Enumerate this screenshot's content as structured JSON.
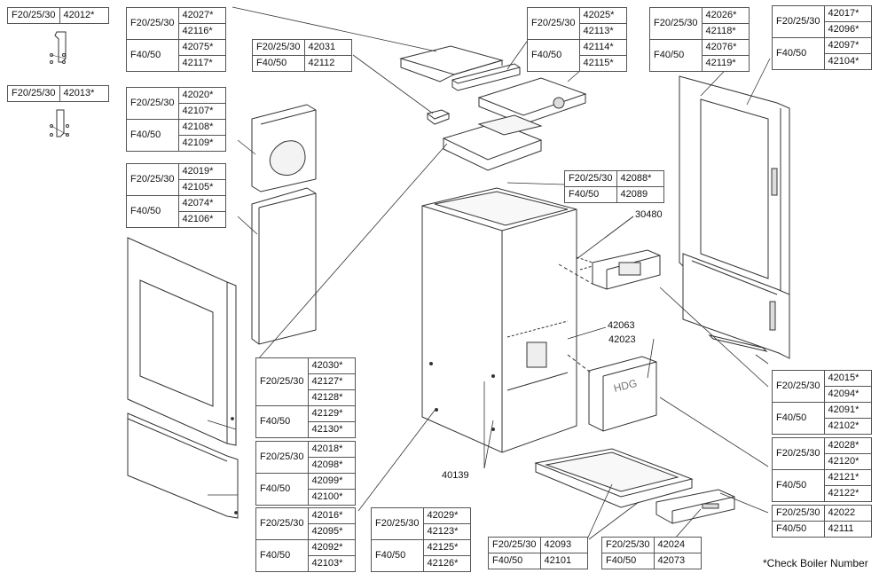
{
  "footnote": "*Check Boiler Number",
  "callouts": [
    {
      "id": "c30480",
      "label": "30480"
    },
    {
      "id": "c42063",
      "label": "42063"
    },
    {
      "id": "c42023",
      "label": "42023"
    },
    {
      "id": "c40139",
      "label": "40139"
    }
  ],
  "tables": [
    {
      "id": "t1",
      "rows": [
        {
          "model": "F20/25/30",
          "parts": [
            "42012*"
          ]
        }
      ]
    },
    {
      "id": "t2",
      "rows": [
        {
          "model": "F20/25/30",
          "parts": [
            "42013*"
          ]
        }
      ]
    },
    {
      "id": "t3",
      "rows": [
        {
          "model": "F20/25/30",
          "parts": [
            "42027*",
            "42116*"
          ]
        },
        {
          "model": "F40/50",
          "parts": [
            "42075*",
            "42117*"
          ]
        }
      ]
    },
    {
      "id": "t4",
      "rows": [
        {
          "model": "F20/25/30",
          "parts": [
            "42031"
          ]
        },
        {
          "model": "F40/50",
          "parts": [
            "42112"
          ]
        }
      ]
    },
    {
      "id": "t5",
      "rows": [
        {
          "model": "F20/25/30",
          "parts": [
            "42025*",
            "42113*"
          ]
        },
        {
          "model": "F40/50",
          "parts": [
            "42114*",
            "42115*"
          ]
        }
      ]
    },
    {
      "id": "t6",
      "rows": [
        {
          "model": "F20/25/30",
          "parts": [
            "42026*",
            "42118*"
          ]
        },
        {
          "model": "F40/50",
          "parts": [
            "42076*",
            "42119*"
          ]
        }
      ]
    },
    {
      "id": "t7",
      "rows": [
        {
          "model": "F20/25/30",
          "parts": [
            "42017*",
            "42096*"
          ]
        },
        {
          "model": "F40/50",
          "parts": [
            "42097*",
            "42104*"
          ]
        }
      ]
    },
    {
      "id": "t8",
      "rows": [
        {
          "model": "F20/25/30",
          "parts": [
            "42020*",
            "42107*"
          ]
        },
        {
          "model": "F40/50",
          "parts": [
            "42108*",
            "42109*"
          ]
        }
      ]
    },
    {
      "id": "t9",
      "rows": [
        {
          "model": "F20/25/30",
          "parts": [
            "42019*",
            "42105*"
          ]
        },
        {
          "model": "F40/50",
          "parts": [
            "42074*",
            "42106*"
          ]
        }
      ]
    },
    {
      "id": "t10",
      "rows": [
        {
          "model": "F20/25/30",
          "parts": [
            "42088*"
          ]
        },
        {
          "model": "F40/50",
          "parts": [
            "42089"
          ]
        }
      ]
    },
    {
      "id": "t11",
      "rows": [
        {
          "model": "F20/25/30",
          "parts": [
            "42030*",
            "42127*",
            "42128*"
          ]
        },
        {
          "model": "F40/50",
          "parts": [
            "42129*",
            "42130*"
          ]
        }
      ]
    },
    {
      "id": "t12",
      "rows": [
        {
          "model": "F20/25/30",
          "parts": [
            "42018*",
            "42098*"
          ]
        },
        {
          "model": "F40/50",
          "parts": [
            "42099*",
            "42100*"
          ]
        }
      ]
    },
    {
      "id": "t13",
      "rows": [
        {
          "model": "F20/25/30",
          "parts": [
            "42016*",
            "42095*"
          ]
        },
        {
          "model": "F40/50",
          "parts": [
            "42092*",
            "42103*"
          ]
        }
      ]
    },
    {
      "id": "t14",
      "rows": [
        {
          "model": "F20/25/30",
          "parts": [
            "42029*",
            "42123*"
          ]
        },
        {
          "model": "F40/50",
          "parts": [
            "42125*",
            "42126*"
          ]
        }
      ]
    },
    {
      "id": "t15",
      "rows": [
        {
          "model": "F20/25/30",
          "parts": [
            "42093"
          ]
        },
        {
          "model": "F40/50",
          "parts": [
            "42101"
          ]
        }
      ]
    },
    {
      "id": "t16",
      "rows": [
        {
          "model": "F20/25/30",
          "parts": [
            "42024"
          ]
        },
        {
          "model": "F40/50",
          "parts": [
            "42073"
          ]
        }
      ]
    },
    {
      "id": "t17",
      "rows": [
        {
          "model": "F20/25/30",
          "parts": [
            "42015*",
            "42094*"
          ]
        },
        {
          "model": "F40/50",
          "parts": [
            "42091*",
            "42102*"
          ]
        }
      ]
    },
    {
      "id": "t18",
      "rows": [
        {
          "model": "F20/25/30",
          "parts": [
            "42028*",
            "42120*"
          ]
        },
        {
          "model": "F40/50",
          "parts": [
            "42121*",
            "42122*"
          ]
        }
      ]
    },
    {
      "id": "t19",
      "rows": [
        {
          "model": "F20/25/30",
          "parts": [
            "42022"
          ]
        },
        {
          "model": "F40/50",
          "parts": [
            "42111"
          ]
        }
      ]
    }
  ]
}
